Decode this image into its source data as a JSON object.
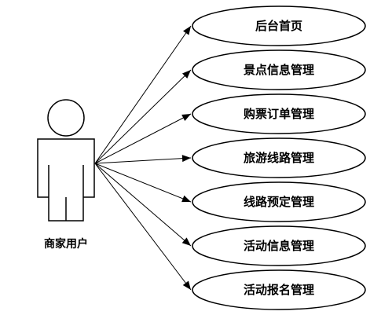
{
  "actor": {
    "label": "商家用户"
  },
  "use_cases": [
    {
      "label": "后台首页"
    },
    {
      "label": "景点信息管理"
    },
    {
      "label": "购票订单管理"
    },
    {
      "label": "旅游线路管理"
    },
    {
      "label": "线路预定管理"
    },
    {
      "label": "活动信息管理"
    },
    {
      "label": "活动报名管理"
    }
  ]
}
